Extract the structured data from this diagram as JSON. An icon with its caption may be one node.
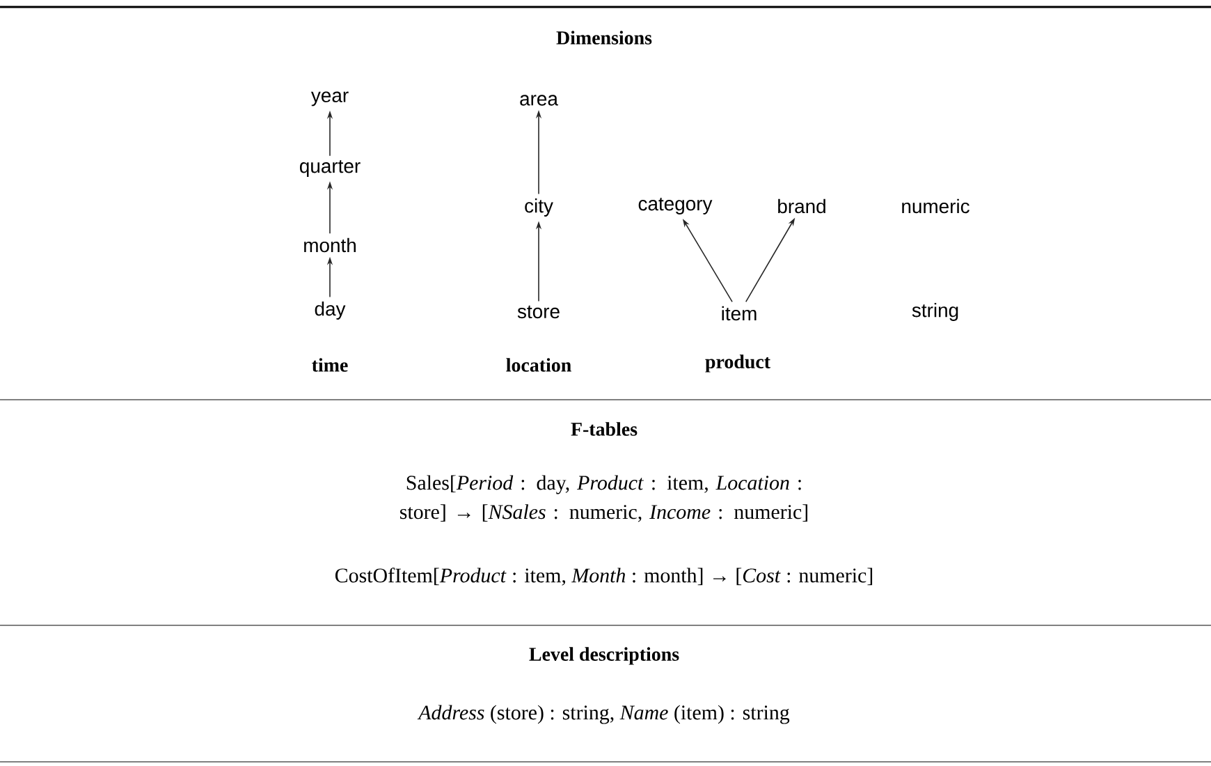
{
  "diagram": {
    "nodes": [
      {
        "text": [
          "year"
        ]
      },
      {
        "text": [
          "quarter"
        ]
      },
      {
        "text": [
          "month"
        ]
      },
      {
        "text": [
          "day"
        ]
      },
      {
        "text": [
          "area"
        ]
      },
      {
        "text": [
          "city"
        ]
      },
      {
        "text": [
          "store"
        ]
      },
      {
        "text": [
          "category"
        ]
      },
      {
        "text": [
          "brand"
        ]
      },
      {
        "text": [
          "item"
        ]
      },
      {
        "text": [
          "numeric"
        ]
      },
      {
        "text": [
          "string"
        ]
      }
    ],
    "edges": [
      {
        "from": 1,
        "to": 0,
        "arrow": "to"
      },
      {
        "from": 2,
        "to": 1,
        "arrow": "to"
      },
      {
        "from": 3,
        "to": 2,
        "arrow": "to"
      },
      {
        "from": 5,
        "to": 4,
        "arrow": "to"
      },
      {
        "from": 6,
        "to": 5,
        "arrow": "to"
      },
      {
        "from": 9,
        "to": 7,
        "arrow": "to"
      },
      {
        "from": 9,
        "to": 8,
        "arrow": "to"
      }
    ],
    "labels": [
      "Dimensions",
      "time",
      "location",
      "product",
      "F-tables",
      "Sales[*Period* : day, *Product* : item, *Location* : store] → [*NSales* : numeric, *Income* : numeric]",
      "CostOfItem[*Product* : item, *Month* : month] → [*Cost* : numeric]",
      "Level descriptions",
      "*Address* (store) : string, *Name* (item) : string"
    ]
  }
}
